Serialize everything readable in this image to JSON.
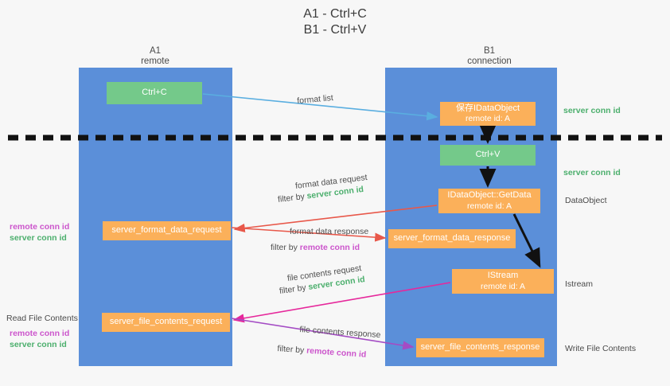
{
  "title": {
    "line1": "A1 - Ctrl+C",
    "line2": "B1 - Ctrl+V"
  },
  "colors": {
    "lane": "#5b8fd9",
    "green_box": "#74c98a",
    "orange_box": "#fbb05a",
    "green_text": "#4caf6d",
    "purple_text": "#cc55cc",
    "blue_arrow": "#5aaee0",
    "red_arrow": "#e8584a",
    "pink_arrow": "#e6289b",
    "purple_arrow": "#a44cc4",
    "black_arrow": "#111111",
    "background": "#f7f7f7"
  },
  "lanes": [
    {
      "name": "A1",
      "sub": "remote"
    },
    {
      "name": "B1",
      "sub": "connection"
    }
  ],
  "boxes": [
    {
      "id": "ctrl-c",
      "l1": "Ctrl+C",
      "l2": "",
      "color": "green"
    },
    {
      "id": "save-idataobject",
      "l1": "保存IDataObject",
      "l2": "remote id: A",
      "color": "orange"
    },
    {
      "id": "ctrl-v",
      "l1": "Ctrl+V",
      "l2": "",
      "color": "green"
    },
    {
      "id": "idataobject-getdata",
      "l1": "IDataObject::GetData",
      "l2": "remote id: A",
      "color": "orange"
    },
    {
      "id": "server-format-data-request",
      "l1": "server_format_data_request",
      "l2": "",
      "color": "orange"
    },
    {
      "id": "server-format-data-response",
      "l1": "server_format_data_response",
      "l2": "",
      "color": "orange"
    },
    {
      "id": "istream",
      "l1": "IStream",
      "l2": "remote id: A",
      "color": "orange"
    },
    {
      "id": "server-file-contents-request",
      "l1": "server_file_contents_request",
      "l2": "",
      "color": "orange"
    },
    {
      "id": "server-file-contents-response",
      "l1": "server_file_contents_response",
      "l2": "",
      "color": "orange"
    }
  ],
  "edge_labels": {
    "format_list": "format list",
    "format_data_request": "format data request",
    "format_data_request_filter_prefix": "filter by ",
    "format_data_request_filter_key": "server conn id",
    "format_data_response": "format data response",
    "format_data_response_filter_prefix": "filter by ",
    "format_data_response_filter_key": "remote conn id",
    "file_contents_request": "file contents request",
    "file_contents_request_filter_prefix": "filter by ",
    "file_contents_request_filter_key": "server conn id",
    "file_contents_response": "file contents response",
    "file_contents_response_filter_prefix": "filter by ",
    "file_contents_response_filter_key": "remote conn id"
  },
  "right_labels": {
    "server_conn_id_top": "server conn id",
    "server_conn_id_mid": "server conn id",
    "dataobject": "DataObject",
    "istream": "Istream",
    "write_file_contents": "Write File Contents"
  },
  "left_labels": {
    "remote_conn_id_1": "remote conn id",
    "server_conn_id_1": "server conn id",
    "read_file_contents": "Read File Contents",
    "remote_conn_id_2": "remote conn id",
    "server_conn_id_2": "server conn id"
  }
}
